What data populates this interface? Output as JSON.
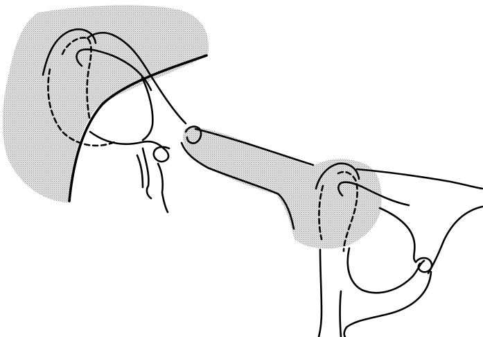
{
  "figure": {
    "kind": "knot diagram",
    "regions": [
      "shaded-disk-left",
      "shaded-tube-right"
    ],
    "colors": {
      "ink": "#000000",
      "shade": "#c9c9c9",
      "background": "#ffffff"
    }
  }
}
